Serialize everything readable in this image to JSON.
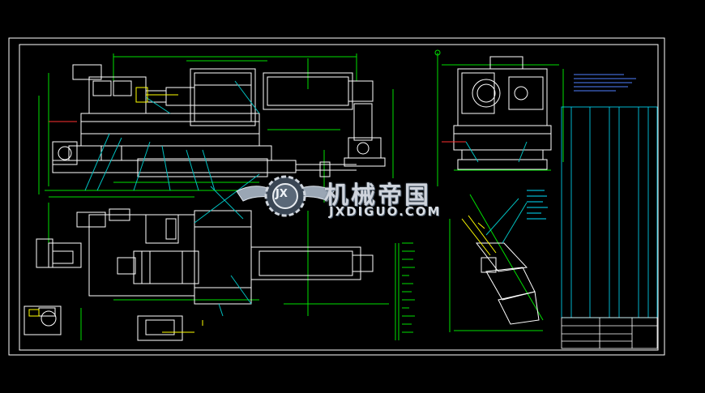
{
  "watermark": {
    "cn_text": "机械帝国",
    "en_text": "JXDIGUO.COM",
    "emblem_letters": "JX"
  },
  "colors": {
    "background": "#000000",
    "frame": "#ffffff",
    "outline": "#ffffff",
    "dimension": "#00e000",
    "leader": "#00c0c0",
    "annotation": "#00e0ff",
    "center_line": "#ff3030",
    "highlight": "#ffff00",
    "hidden": "#ff40ff"
  }
}
